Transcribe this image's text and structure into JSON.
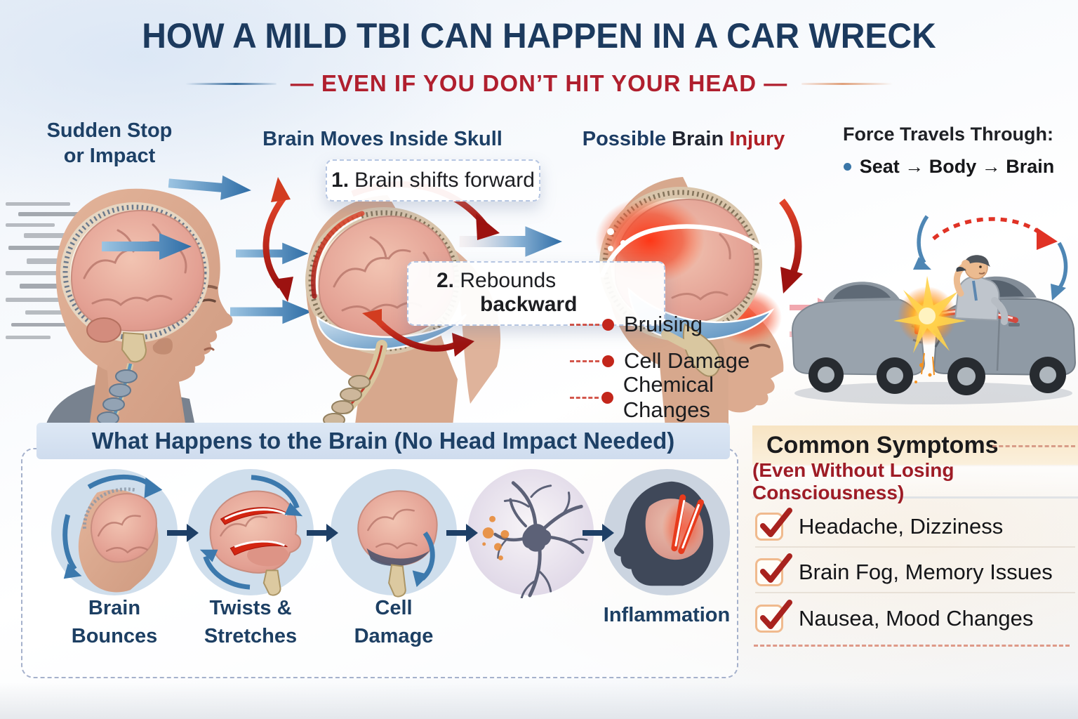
{
  "header": {
    "title": "HOW A MILD TBI CAN HAPPEN IN A CAR WRECK",
    "subtitle": "— EVEN IF YOU DON’T HIT YOUR HEAD —"
  },
  "stages": {
    "sudden_stop": {
      "line1": "Sudden Stop",
      "line2": "or Impact"
    },
    "brain_moves": {
      "title": "Brain Moves Inside Skull",
      "step1": {
        "num": "1.",
        "text": "Brain shifts forward"
      },
      "step2": {
        "num": "2.",
        "line1": "Rebounds",
        "line2": "backward"
      }
    },
    "brain_injury": {
      "word_possible": "Possible",
      "word_brain": "Brain",
      "word_injury": "Injury",
      "bullets": [
        "Bruising",
        "Cell Damage",
        "Chemical Changes"
      ]
    },
    "force": {
      "title": "Force Travels Through:",
      "bullet": "Seat → Body → Brain"
    }
  },
  "process": {
    "title": "What Happens to the Brain (No Head Impact Needed)",
    "steps": [
      {
        "name": "brain-bounces",
        "lines": [
          "Brain",
          "Bounces"
        ]
      },
      {
        "name": "twists-stretches",
        "lines": [
          "Twists &",
          "Stretches"
        ]
      },
      {
        "name": "cell-damage",
        "lines": [
          "Cell",
          "Damage"
        ]
      },
      {
        "name": "neuron",
        "lines": []
      },
      {
        "name": "inflammation",
        "lines": [
          "Inflammation"
        ]
      }
    ]
  },
  "symptoms": {
    "title": "Common Symptoms",
    "subtitle": "(Even Without Losing Consciousness)",
    "items": [
      "Headache, Dizziness",
      "Brain Fog, Memory Issues",
      "Nausea, Mood Changes"
    ]
  },
  "icons": {
    "flow_arrow": "→",
    "check": "✓",
    "bullet_dot": "●"
  },
  "palette": {
    "title_navy": "#1c3a5e",
    "accent_red": "#b01f2e",
    "heading_navy": "#1d4066",
    "text_dark": "#1b1c1e",
    "arrow_blue": "#2e6da6",
    "arrow_red": "#c22718",
    "circle_bg": "#cfdeec",
    "banner_blue": "#d8e4f2",
    "banner_peach": "#f8e6c9",
    "check_red": "#a8221e",
    "checkbox_border": "#f0ba8e"
  }
}
